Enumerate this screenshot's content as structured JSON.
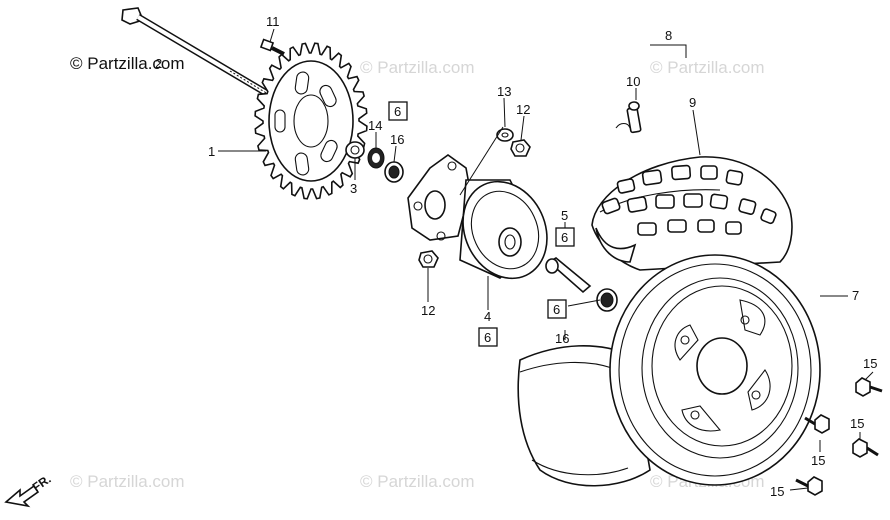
{
  "watermark": {
    "primary": "© Partzilla.com",
    "repeat": "© Partzilla.com"
  },
  "front_indicator": "FR.",
  "callouts": {
    "c1": "1",
    "c2": "2",
    "c3": "3",
    "c4": "4",
    "c5": "5",
    "c6a": "6",
    "c6b": "6",
    "c6c": "6",
    "c6d": "6",
    "c7": "7",
    "c8": "8",
    "c9": "9",
    "c10": "10",
    "c11": "11",
    "c12a": "12",
    "c12b": "12",
    "c13": "13",
    "c14": "14",
    "c15a": "15",
    "c15b": "15",
    "c15c": "15",
    "c15d": "15",
    "c16a": "16",
    "c16b": "16"
  },
  "colors": {
    "ink": "#111111",
    "watermark": "#d6d6d6",
    "paper": "#ffffff"
  }
}
